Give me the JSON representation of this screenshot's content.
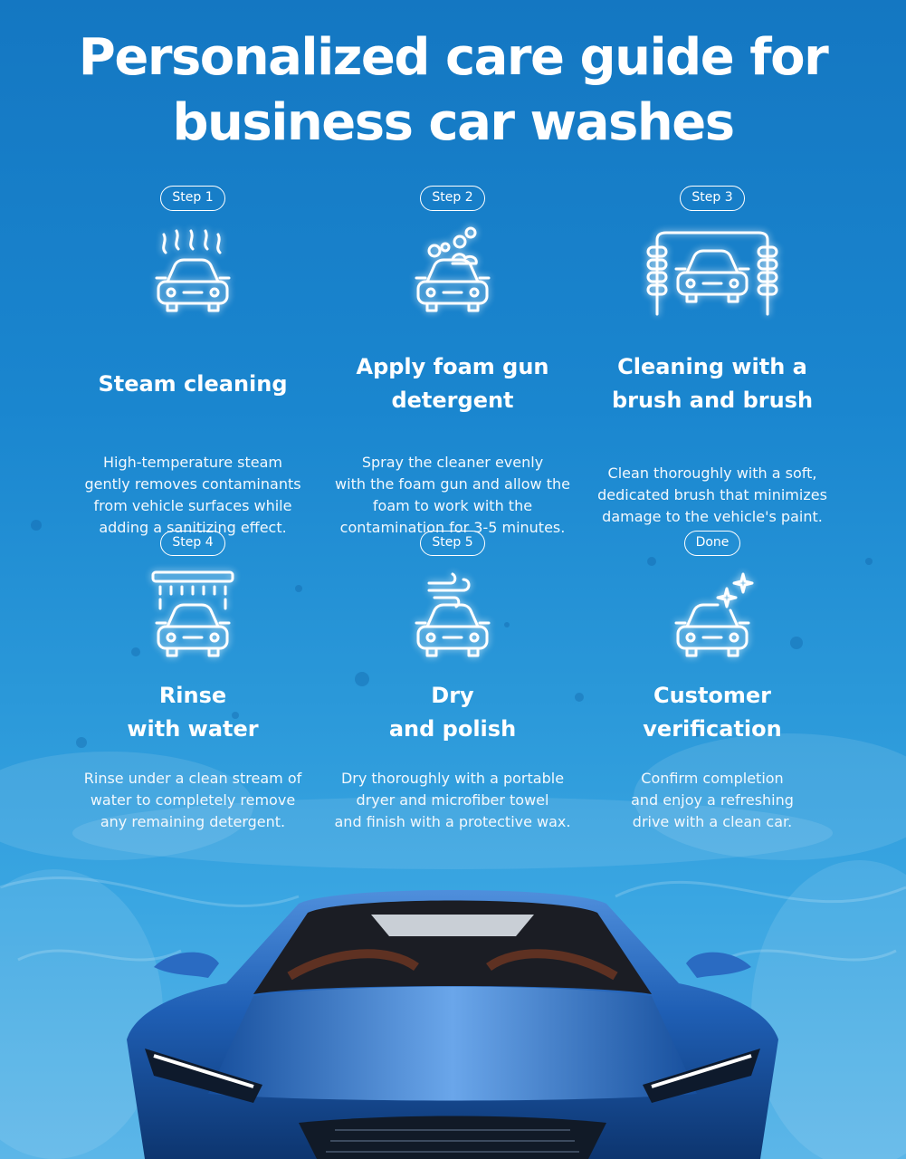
{
  "title_line1": "Personalized care guide for",
  "title_line2": "business car washes",
  "steps": [
    {
      "badge": "Step 1",
      "icon": "car-steam-icon",
      "title_lines": [
        "Steam cleaning"
      ],
      "description_lines": [
        "High-temperature steam",
        "gently removes contaminants",
        "from vehicle surfaces while",
        "adding a sanitizing effect."
      ]
    },
    {
      "badge": "Step 2",
      "icon": "car-foam-icon",
      "title_lines": [
        "Apply foam gun",
        "detergent"
      ],
      "description_lines": [
        "Spray the cleaner evenly",
        "with the foam gun and allow the",
        "foam to work with the",
        "contamination for 3-5 minutes."
      ]
    },
    {
      "badge": "Step 3",
      "icon": "car-brush-wash-icon",
      "title_lines": [
        "Cleaning with a",
        "brush and brush"
      ],
      "description_lines": [
        "Clean thoroughly with a soft,",
        "dedicated brush that minimizes",
        "damage to the vehicle's paint."
      ]
    },
    {
      "badge": "Step 4",
      "icon": "car-rinse-icon",
      "title_lines": [
        "Rinse",
        "with water"
      ],
      "description_lines": [
        "Rinse under a clean stream of",
        "water to completely remove",
        "any remaining detergent."
      ]
    },
    {
      "badge": "Step 5",
      "icon": "car-dry-wind-icon",
      "title_lines": [
        "Dry",
        "and polish"
      ],
      "description_lines": [
        "Dry thoroughly with a portable",
        "dryer and microfiber towel",
        "and finish with a protective wax."
      ]
    },
    {
      "badge": "Done",
      "icon": "car-sparkle-icon",
      "title_lines": [
        "Customer",
        "verification"
      ],
      "description_lines": [
        "Confirm completion",
        "and enjoy a refreshing",
        "drive with a clean car."
      ]
    }
  ],
  "colors": {
    "background_top": "#1477c2",
    "background_bottom": "#5cb6e8",
    "car_body": "#1f5fb5",
    "text": "#ffffff"
  }
}
